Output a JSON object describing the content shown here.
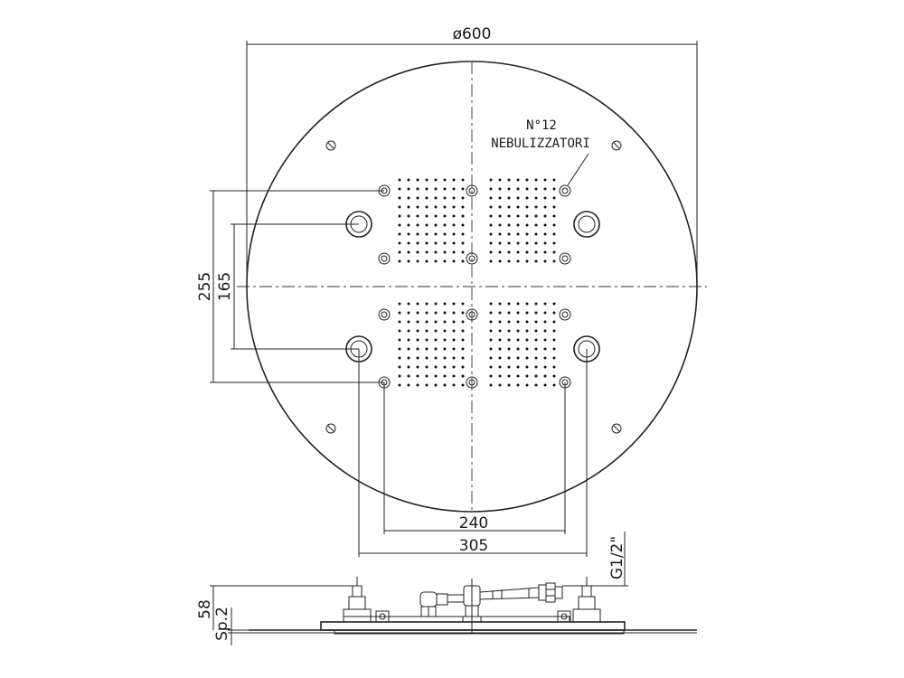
{
  "dimensions": {
    "diameter": "ø600",
    "width_outer": "305",
    "width_inner": "240",
    "height_outer": "255",
    "height_inner": "165",
    "thickness_total": "58",
    "plate_thickness": "Sp.2",
    "thread": "G1/2\""
  },
  "note": {
    "line1": "N°12",
    "line2": "NEBULIZZATORI"
  },
  "counts": {
    "nebulizers": 12,
    "nozzle_columns_per_block": 8,
    "nozzle_rows_per_block": 10,
    "nozzle_blocks": 4
  }
}
